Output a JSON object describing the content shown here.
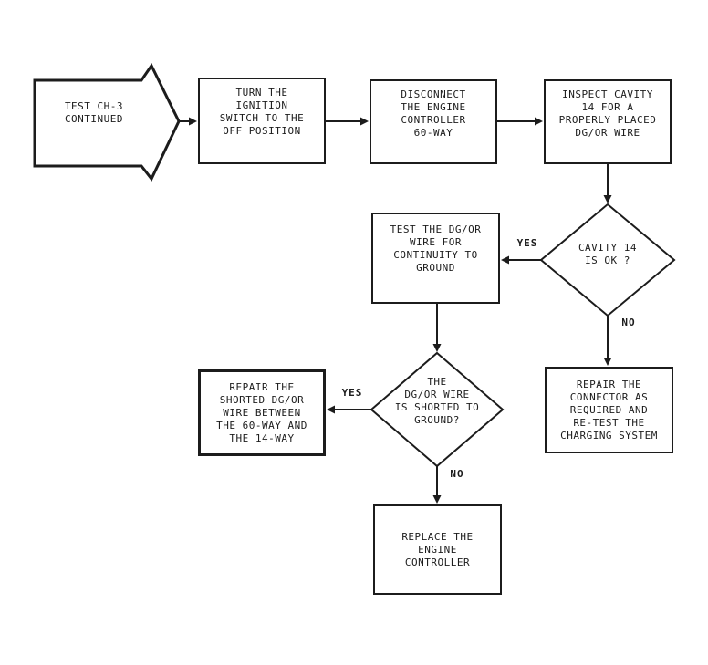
{
  "colors": {
    "background": "#ffffff",
    "ink": "#1c1c1c"
  },
  "nodes": {
    "start": {
      "type": "off-page-connector-arrow",
      "label": "TEST CH-3\nCONTINUED"
    },
    "turn_ignition_off": {
      "type": "process",
      "label": "TURN THE\nIGNITION\nSWITCH TO THE\nOFF POSITION"
    },
    "disconnect_controller": {
      "type": "process",
      "label": "DISCONNECT\nTHE ENGINE\nCONTROLLER\n60-WAY"
    },
    "inspect_cavity": {
      "type": "process",
      "label": "INSPECT CAVITY\n14 FOR A\nPROPERLY PLACED\nDG/OR WIRE"
    },
    "cavity_ok": {
      "type": "decision",
      "label": "CAVITY 14\nIS OK ?"
    },
    "test_continuity": {
      "type": "process",
      "label": "TEST THE DG/OR\nWIRE FOR\nCONTINUITY TO\nGROUND"
    },
    "repair_connector": {
      "type": "process",
      "label": "REPAIR THE\nCONNECTOR AS\nREQUIRED AND\nRE-TEST THE\nCHARGING SYSTEM"
    },
    "wire_shorted": {
      "type": "decision",
      "label": "THE\nDG/OR WIRE\nIS SHORTED TO\nGROUND?"
    },
    "repair_wire": {
      "type": "process",
      "label": "REPAIR THE\nSHORTED DG/OR\nWIRE BETWEEN\nTHE 60-WAY AND\nTHE 14-WAY"
    },
    "replace_controller": {
      "type": "process",
      "label": "REPLACE THE\nENGINE\nCONTROLLER"
    }
  },
  "edge_labels": {
    "cavity_ok_yes": "YES",
    "cavity_ok_no": "NO",
    "wire_shorted_yes": "YES",
    "wire_shorted_no": "NO"
  }
}
